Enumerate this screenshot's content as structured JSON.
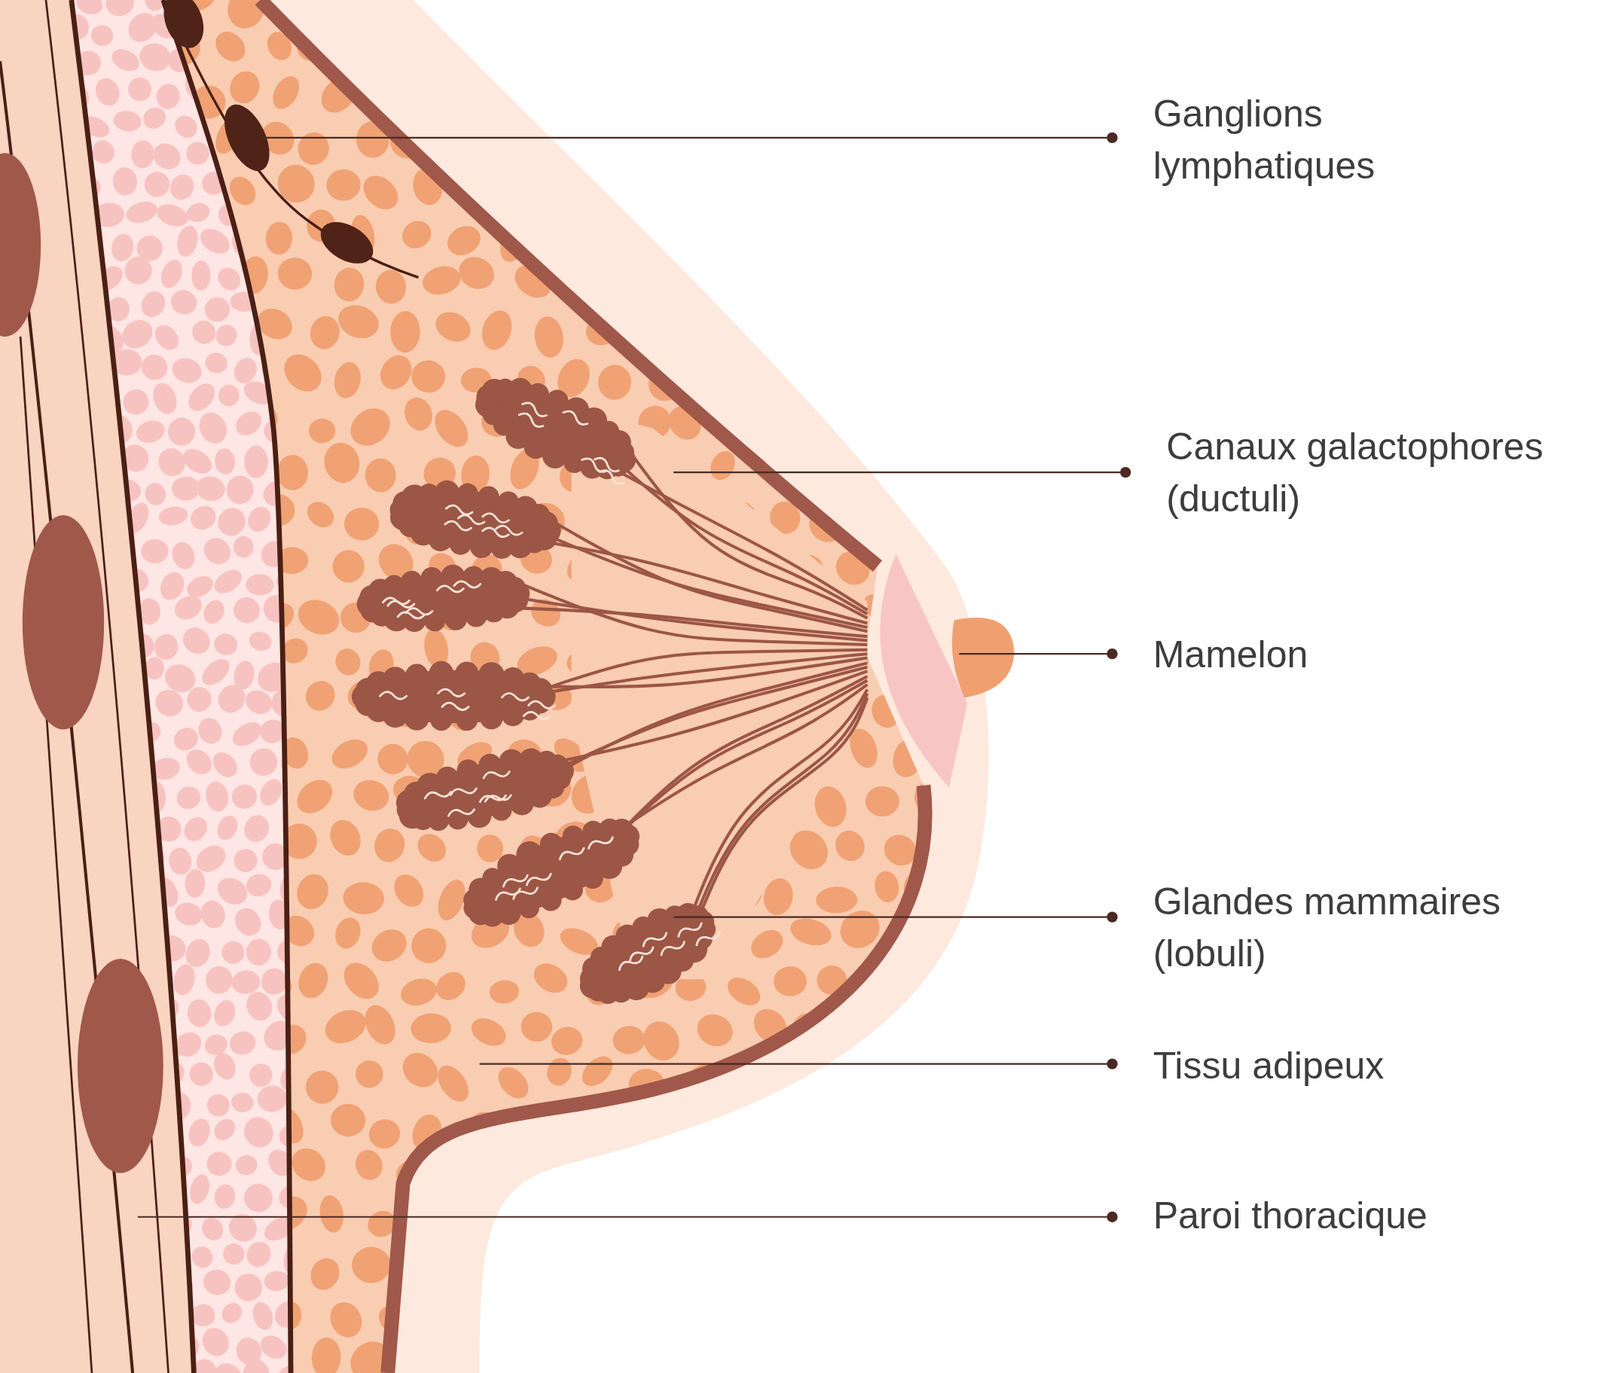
{
  "diagram": {
    "labels": [
      "Ganglions lymphatiques",
      "Canaux galactophores (ductuli)",
      "Mamelon",
      "Glandes mammaires (lobuli)",
      "Tissu adipeux",
      "Paroi thoracique"
    ]
  }
}
